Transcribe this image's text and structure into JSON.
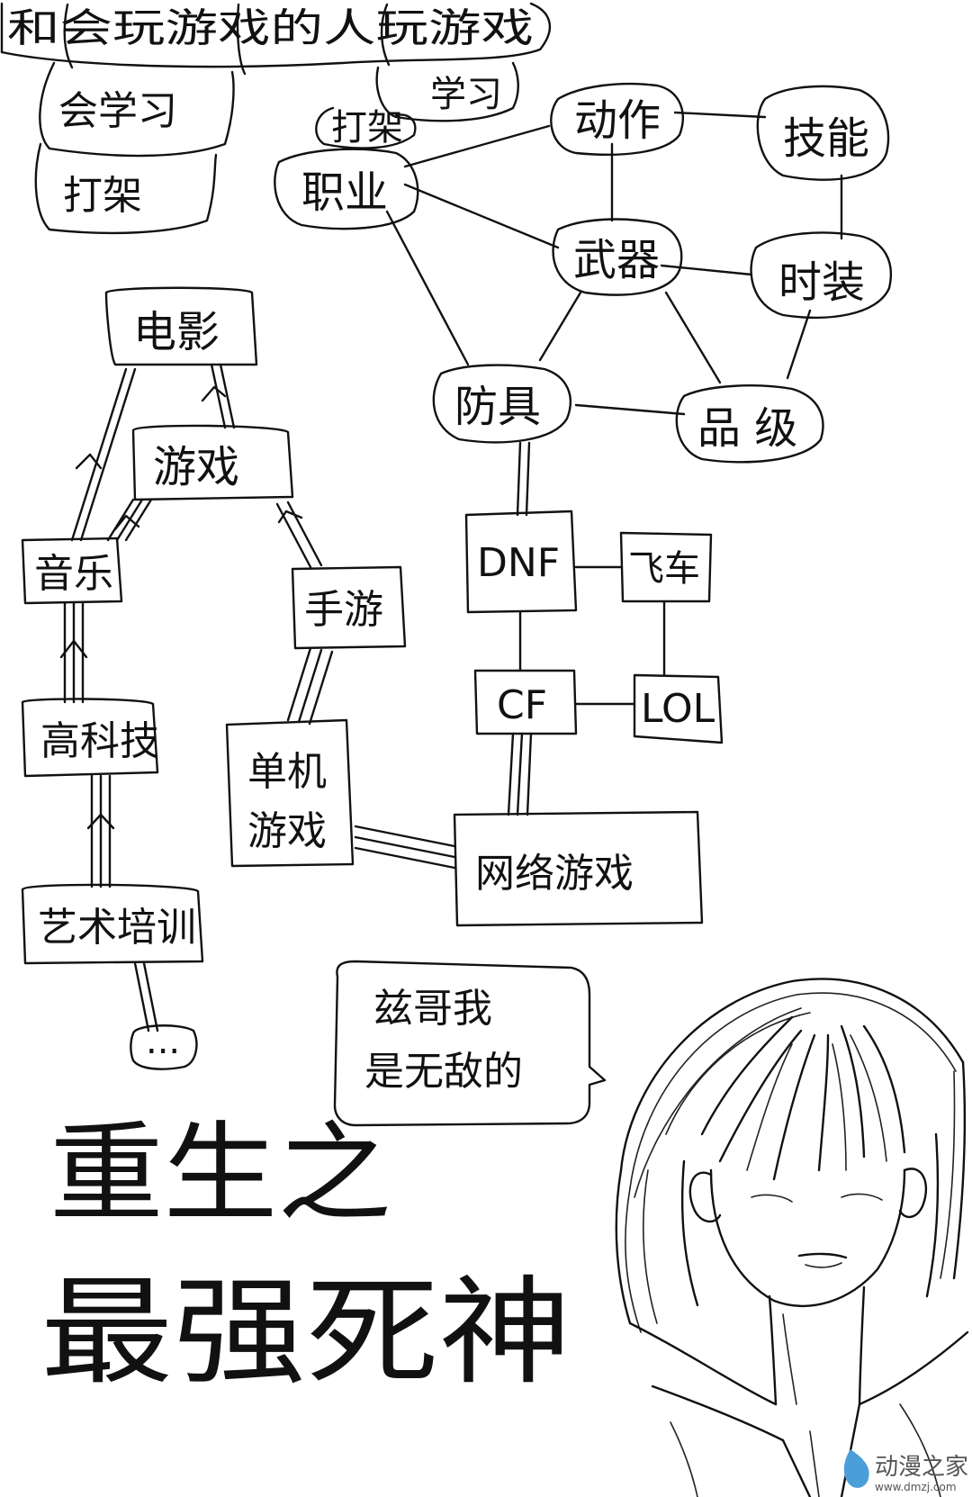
{
  "top_banner": {
    "line_text": "和会玩游戏的人玩游戏",
    "sub_nodes": [
      "会学习",
      "打架"
    ],
    "right_sub_nodes": [
      "学习",
      "打架"
    ]
  },
  "mindmap_right": {
    "nodes": {
      "zhiye": "职业",
      "dongzuo": "动作",
      "jineng": "技能",
      "wuqi": "武器",
      "shizhuang": "时装",
      "fangju": "防具",
      "pinji": "品 级"
    }
  },
  "game_list": {
    "nodes": {
      "dnf": "DNF",
      "feiche": "飞车",
      "cf": "CF",
      "lol": "LOL",
      "wangluo": "网络游戏",
      "danji_line1": "单机",
      "danji_line2": "游戏",
      "shouyou": "手游"
    }
  },
  "tech_chain": {
    "nodes": {
      "dianying": "电影",
      "youxi": "游戏",
      "yinyue": "音乐",
      "gaokeji": "高科技",
      "yishu": "艺术培训",
      "ellipsis": "..."
    }
  },
  "speech_bubble": {
    "line1": "兹哥我",
    "line2": "是无敌的"
  },
  "title": {
    "line1": "重生之",
    "line2": "最强死神"
  },
  "watermark": {
    "brand": "动漫之家",
    "url": "www.dmzj.com"
  }
}
